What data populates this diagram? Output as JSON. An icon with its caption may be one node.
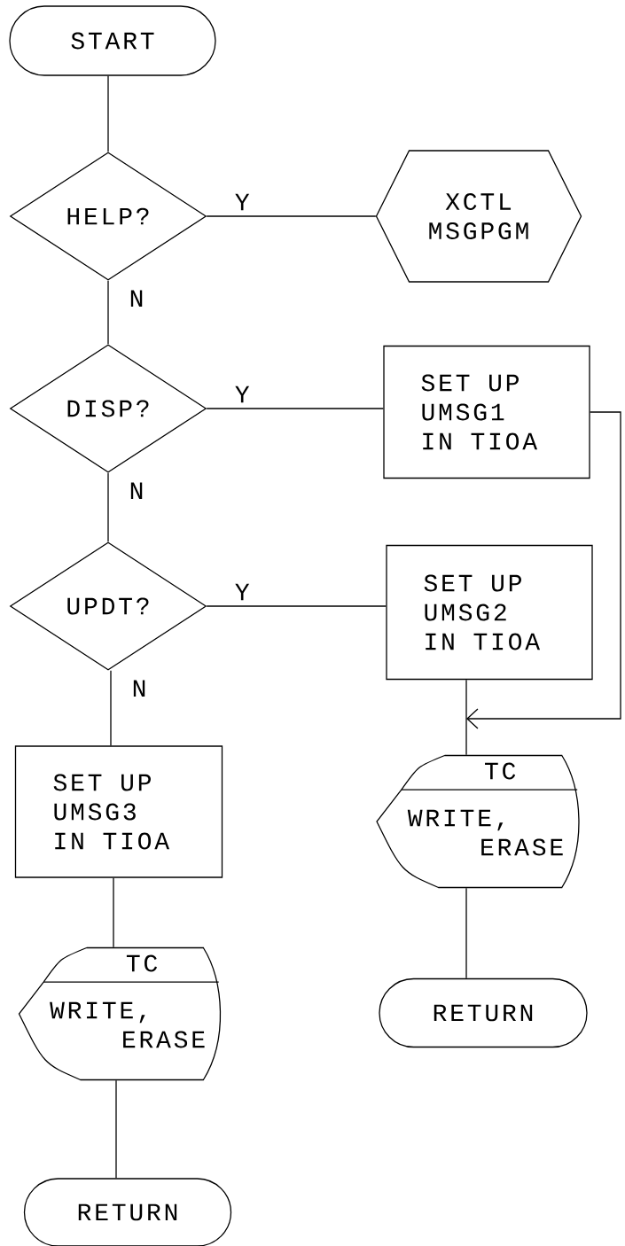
{
  "diagram": {
    "nodes": [
      {
        "text": [
          "START"
        ]
      },
      {
        "text": [
          "HELP?"
        ]
      },
      {
        "text": [
          "XCTL MSGPGM"
        ]
      },
      {
        "text": [
          "DISP?"
        ]
      },
      {
        "text": [
          "SET UP UMSG1 IN TIOA"
        ]
      },
      {
        "text": [
          "UPDT?"
        ]
      },
      {
        "text": [
          "SET UP UMSG2 IN TIOA"
        ]
      },
      {
        "text": [
          "SET UP UMSG3 IN TIOA"
        ]
      },
      {
        "text": [
          "TC",
          "WRITE, ERASE"
        ]
      },
      {
        "text": [
          "TC",
          "WRITE, ERASE"
        ]
      },
      {
        "text": [
          "RETURN"
        ]
      },
      {
        "text": [
          "RETURN"
        ]
      }
    ],
    "edges": [
      {
        "from": 0,
        "to": 1,
        "arrow": "none"
      },
      {
        "from": 1,
        "to": 2,
        "arrow": "none",
        "label": "Y"
      },
      {
        "from": 1,
        "to": 3,
        "arrow": "none",
        "label": "N"
      },
      {
        "from": 3,
        "to": 4,
        "arrow": "none",
        "label": "Y"
      },
      {
        "from": 3,
        "to": 5,
        "arrow": "none",
        "label": "N"
      },
      {
        "from": 5,
        "to": 6,
        "arrow": "none",
        "label": "Y"
      },
      {
        "from": 5,
        "to": 7,
        "arrow": "none",
        "label": "N"
      },
      {
        "from": 6,
        "to": 8,
        "arrow": "none"
      },
      {
        "from": 4,
        "to": 8,
        "arrow": "to"
      },
      {
        "from": 7,
        "to": 9,
        "arrow": "none"
      },
      {
        "from": 8,
        "to": 10,
        "arrow": "none"
      },
      {
        "from": 9,
        "to": 11,
        "arrow": "none"
      }
    ]
  }
}
